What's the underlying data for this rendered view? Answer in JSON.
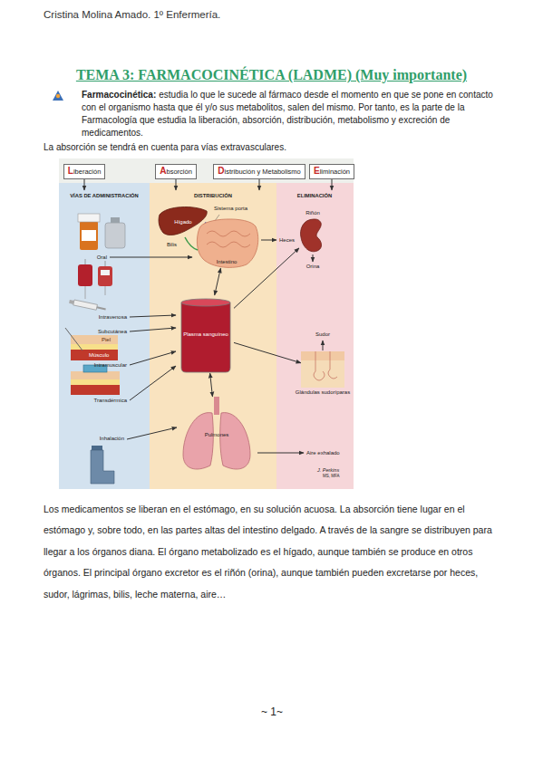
{
  "diagram": {
    "title": "TEMA 3: FARMACOCINÉTICA (LADME) (Muy importante)",
    "nodes": [
      {
        "text": [
          "Liberación"
        ]
      },
      {
        "text": [
          "Absorción"
        ]
      },
      {
        "text": [
          "Distribución y Metabolismo"
        ]
      },
      {
        "text": [
          "Eliminación"
        ]
      },
      {
        "text": [
          "Hígado"
        ]
      },
      {
        "text": [
          "Intestino"
        ]
      },
      {
        "text": [
          "Plasma sanguíneo"
        ]
      },
      {
        "text": [
          "Riñón"
        ]
      },
      {
        "text": [
          "Glándulas sudoríparas"
        ]
      },
      {
        "text": [
          "Pulmones"
        ]
      }
    ],
    "edges": [
      {
        "from": 5,
        "to": 6,
        "arrow": "both"
      },
      {
        "from": 6,
        "to": 7,
        "arrow": "to"
      },
      {
        "from": 6,
        "to": 8,
        "arrow": "to"
      },
      {
        "from": 6,
        "to": 9,
        "arrow": "both"
      }
    ],
    "labels": [
      "Cristina Molina Amado. 1º Enfermería.",
      "Farmacocinética:",
      "estudia lo que le sucede al fármaco desde el momento en que se pone en contacto con el organismo hasta que él y/o sus metabolitos, salen del mismo. Por tanto, es la parte de la Farmacología que estudia la liberación, absorción, distribución, metabolismo y excreción de medicamentos.",
      "La absorción se tendrá en cuenta para vías extravasculares.",
      "VÍAS DE ADMINISTRACIÓN",
      "DISTRIBUCIÓN",
      "ELIMINACIÓN",
      "Oral",
      "Intravenosa",
      "Subcutánea",
      "Piel",
      "Músculo",
      "Intramuscular",
      "Transdérmica",
      "Inhalación",
      "Sistema porta",
      "Bilis",
      "Heces",
      "Orina",
      "Sudor",
      "Aire exhalado",
      "J. Perkins",
      "MS, MFA",
      "Los medicamentos se liberan en el estómago, en su solución acuosa. La absorción tiene lugar en el estómago y, sobre todo, en las partes altas del intestino delgado. A través de la sangre se distribuyen para llegar a los órganos diana. El órgano metabolizado es el hígado, aunque también se produce en otros órganos. El principal órgano excretor es el riñón (orina), aunque también pueden excretarse por heces, sudor, lágrimas, bilis, leche materna, aire…",
      "~ 1~"
    ]
  }
}
